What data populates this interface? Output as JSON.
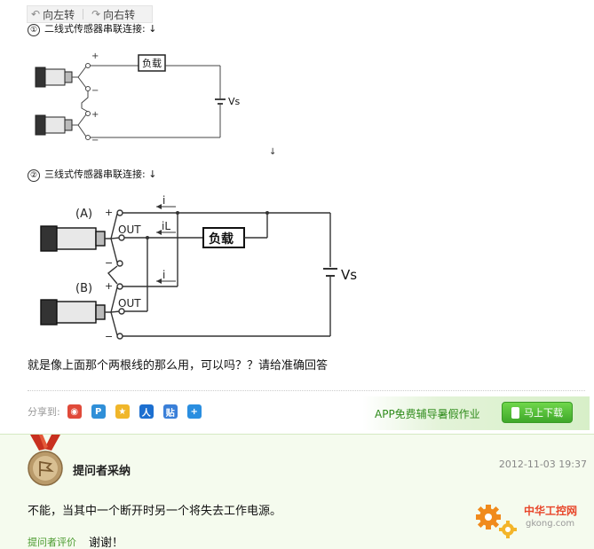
{
  "toolbar": {
    "rotate_left": "向左转",
    "rotate_right": "向右转"
  },
  "section1": {
    "num": "①",
    "caption": "二线式传感器串联连接:",
    "load": "负载",
    "vs": "Vs",
    "plus_top": "+",
    "minus_top": "−",
    "plus_bottom": "+",
    "minus_bottom": "−"
  },
  "section2": {
    "num": "②",
    "caption": "三线式传感器串联连接:",
    "load": "负载",
    "vs": "Vs",
    "label_a": "(A)",
    "label_b": "(B)",
    "out": "OUT",
    "current_i": "i",
    "current_il": "iL",
    "plus": "+",
    "minus": "−"
  },
  "question": "就是像上面那个两根线的那么用，可以吗？？请给准确回答",
  "share": {
    "label": "分享到:",
    "icons": [
      "weibo-icon",
      "qzone-icon",
      "tencent-weibo-icon",
      "renren-icon",
      "tieba-icon",
      "more-icon"
    ]
  },
  "app": {
    "text": "APP免费辅导暑假作业",
    "button": "马上下载"
  },
  "answer": {
    "accepted_label": "提问者采纳",
    "date": "2012-11-03 19:37",
    "text": "不能，当其中一个断开时另一个将失去工作电源。",
    "review_label": "提问者评价",
    "review_text": "谢谢！"
  },
  "logo": {
    "name": "中华工控网",
    "domain": "gkong.com"
  },
  "colors": {
    "accent_green": "#2e8b1a",
    "answer_bg": "#f5fbee",
    "logo_red": "#e8462a",
    "wire": "#444444"
  }
}
